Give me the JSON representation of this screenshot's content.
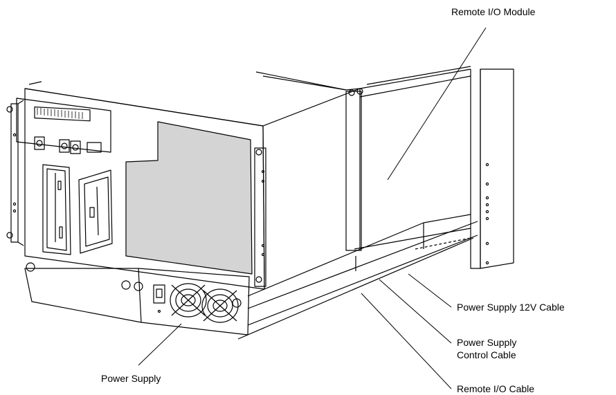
{
  "callouts": {
    "remote_io_module": "Remote I/O Module",
    "power_supply_12v_cable": "Power Supply 12V Cable",
    "power_supply_control_cable_line1": "Power Supply",
    "power_supply_control_cable_line2": "Control Cable",
    "power_supply": "Power Supply",
    "remote_io_cable": "Remote I/O Cable"
  },
  "colors": {
    "ink": "#000000",
    "panel_fill": "#d4d4d4",
    "background": "#ffffff"
  }
}
